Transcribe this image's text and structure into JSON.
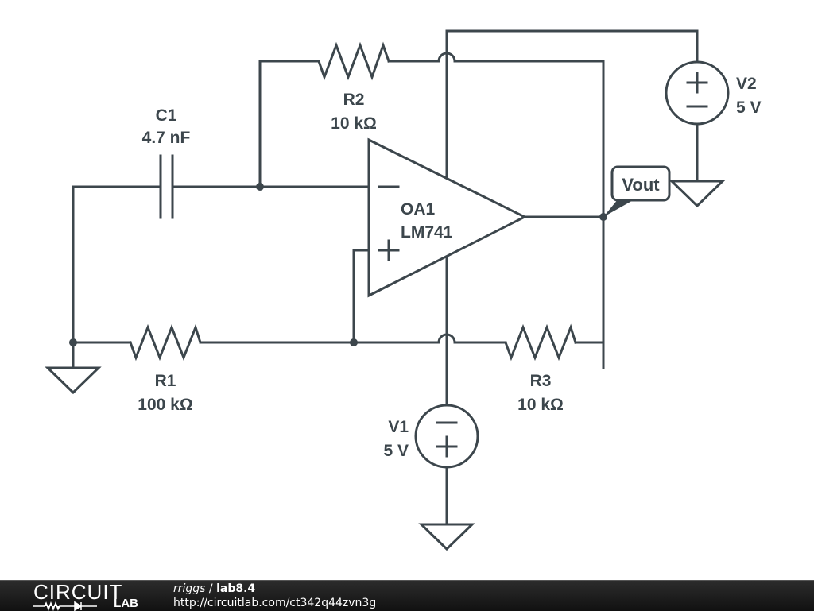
{
  "schematic": {
    "components": {
      "C1": {
        "name": "C1",
        "value": "4.7 nF"
      },
      "R1": {
        "name": "R1",
        "value": "100 kΩ"
      },
      "R2": {
        "name": "R2",
        "value": "10 kΩ"
      },
      "R3": {
        "name": "R3",
        "value": "10 kΩ"
      },
      "OA1": {
        "name": "OA1",
        "value": "LM741"
      },
      "V1": {
        "name": "V1",
        "value": "5 V"
      },
      "V2": {
        "name": "V2",
        "value": "5 V"
      }
    },
    "net_labels": {
      "vout": "Vout"
    },
    "colors": {
      "wire": "#3c464c",
      "footer_bg": "#1a1a1a"
    }
  },
  "footer": {
    "logo_top": "CIRCUIT",
    "logo_bottom": "LAB",
    "user": "rriggs",
    "separator": " / ",
    "circuit_title": "lab8.4",
    "url": "http://circuitlab.com/ct342q44zvn3g"
  }
}
